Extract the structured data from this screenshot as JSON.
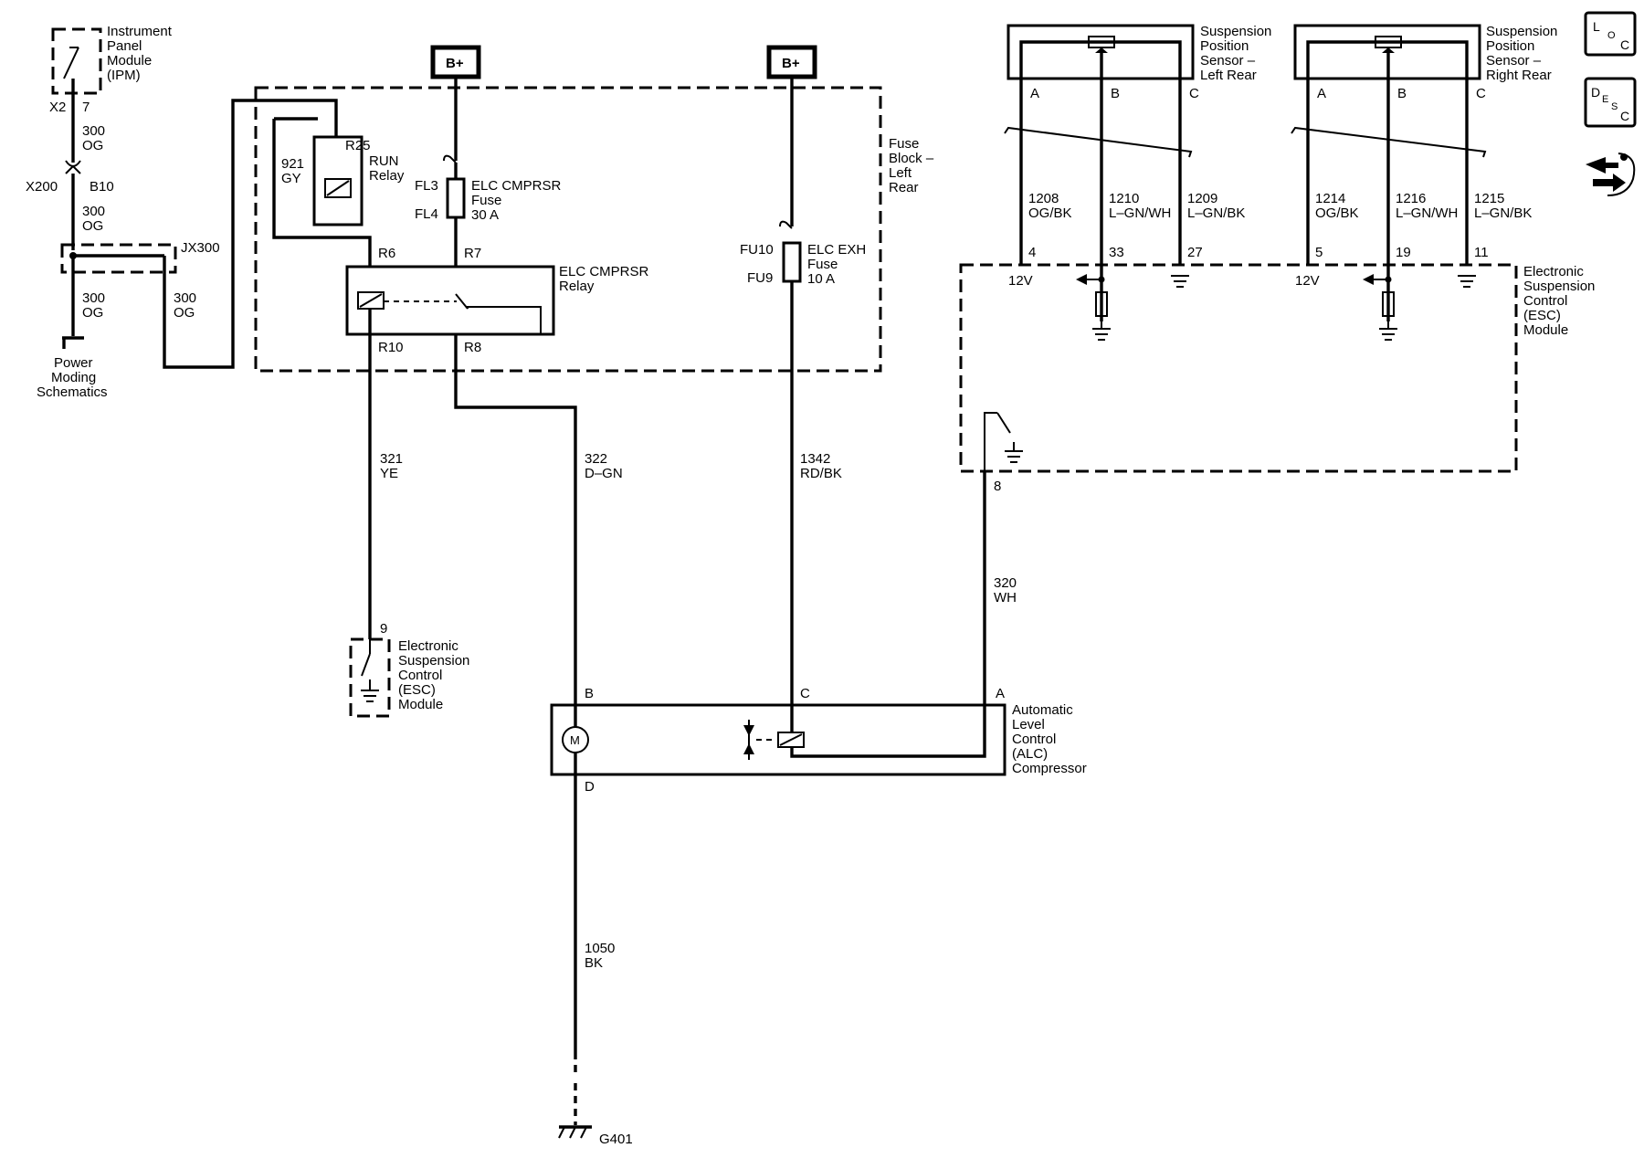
{
  "diagram": {
    "ipm": {
      "name": [
        "Instrument",
        "Panel",
        "Module",
        "(IPM)"
      ],
      "pin_x2": "X2",
      "pin_7": "7"
    },
    "ipm_wire": {
      "circuit": "300",
      "color": "OG"
    },
    "x200": {
      "connector": "X200",
      "pin": "B10"
    },
    "x200_wire": {
      "circuit": "300",
      "color": "OG"
    },
    "splice": {
      "name": "JX300"
    },
    "splice_wire_down": {
      "circuit": "300",
      "color": "OG"
    },
    "splice_wire_right": {
      "circuit": "300",
      "color": "OG"
    },
    "power_moding": {
      "text": [
        "Power",
        "Moding",
        "Schematics"
      ]
    },
    "bplus_1": "B+",
    "bplus_2": "B+",
    "fuse_block": {
      "name": [
        "Fuse",
        "Block –",
        "Left",
        "Rear"
      ]
    },
    "run_relay": {
      "pin": "R25",
      "name": [
        "RUN",
        "Relay"
      ],
      "wire_circuit": "921",
      "wire_color": "GY"
    },
    "cmprsr_fuse": {
      "pin_top": "FL3",
      "pin_bottom": "FL4",
      "name": [
        "ELC CMPRSR",
        "Fuse",
        "30 A"
      ]
    },
    "cmprsr_relay": {
      "name": [
        "ELC CMPRSR",
        "Relay"
      ],
      "pin_r6": "R6",
      "pin_r7": "R7",
      "pin_r10": "R10",
      "pin_r8": "R8"
    },
    "exh_fuse": {
      "pin_top": "FU10",
      "pin_bottom": "FU9",
      "name": [
        "ELC EXH",
        "Fuse",
        "10 A"
      ]
    },
    "wire_321": {
      "circuit": "321",
      "color": "YE"
    },
    "wire_322": {
      "circuit": "322",
      "color": "D–GN"
    },
    "wire_1342": {
      "circuit": "1342",
      "color": "RD/BK"
    },
    "wire_320": {
      "circuit": "320",
      "color": "WH"
    },
    "wire_1050": {
      "circuit": "1050",
      "color": "BK"
    },
    "esc_lower": {
      "pin": "9",
      "name": [
        "Electronic",
        "Suspension",
        "Control",
        "(ESC)",
        "Module"
      ]
    },
    "esc_main": {
      "pin_8": "8",
      "name": [
        "Electronic",
        "Suspension",
        "Control",
        "(ESC)",
        "Module"
      ]
    },
    "compressor": {
      "pin_b": "B",
      "pin_c": "C",
      "pin_a": "A",
      "pin_d": "D",
      "motor": "M",
      "name": [
        "Automatic",
        "Level",
        "Control",
        "(ALC)",
        "Compressor"
      ]
    },
    "ground": {
      "name": "G401"
    },
    "sensor_left": {
      "name": [
        "Suspension",
        "Position",
        "Sensor –",
        "Left Rear"
      ],
      "pins": [
        "A",
        "B",
        "C"
      ],
      "wires": [
        {
          "circuit": "1208",
          "color": "OG/BK",
          "module_pin": "4"
        },
        {
          "circuit": "1210",
          "color": "L–GN/WH",
          "module_pin": "33"
        },
        {
          "circuit": "1209",
          "color": "L–GN/BK",
          "module_pin": "27"
        }
      ],
      "supply": "12V"
    },
    "sensor_right": {
      "name": [
        "Suspension",
        "Position",
        "Sensor –",
        "Right Rear"
      ],
      "pins": [
        "A",
        "B",
        "C"
      ],
      "wires": [
        {
          "circuit": "1214",
          "color": "OG/BK",
          "module_pin": "5"
        },
        {
          "circuit": "1216",
          "color": "L–GN/WH",
          "module_pin": "19"
        },
        {
          "circuit": "1215",
          "color": "L–GN/BK",
          "module_pin": "11"
        }
      ],
      "supply": "12V"
    },
    "nav_loc": {
      "big": "L",
      "small": "O",
      "sub": "C"
    },
    "nav_desc": {
      "big": "D",
      "small": "E",
      "small2": "S",
      "sub": "C"
    }
  }
}
